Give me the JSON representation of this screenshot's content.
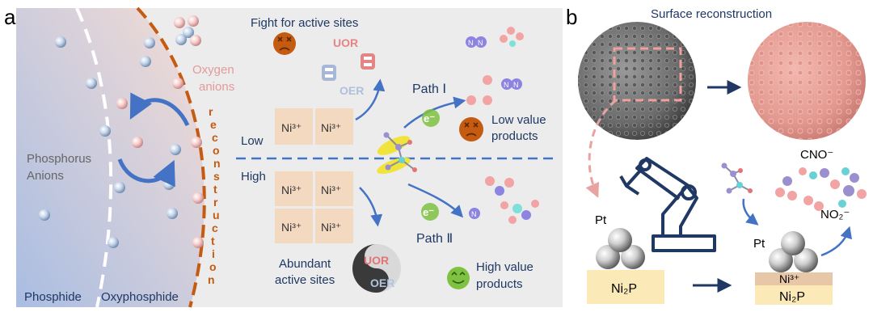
{
  "panel_a": {
    "letter": "a",
    "left_region": {
      "phosphorus_anions": [
        "Phosphorus",
        "Anions"
      ],
      "oxygen_anions": [
        "Oxygen",
        "anions"
      ],
      "reconstruction_letters": [
        "r",
        "e",
        "c",
        "o",
        "n",
        "s",
        "t",
        "r",
        "u",
        "c",
        "t",
        "i",
        "o",
        "n"
      ],
      "phosphide": "Phosphide",
      "oxyphosphide": "Oxyphosphide"
    },
    "top": {
      "fight_for_active_sites": "Fight for active sites",
      "uor": "UOR",
      "oer": "OER",
      "path_1": "Path Ⅰ",
      "electron": "e⁻",
      "low_value_products": [
        "Low value",
        "products"
      ],
      "low": "Low",
      "ni_labels": [
        "Ni³⁺",
        "Ni³⁺"
      ]
    },
    "bottom": {
      "high": "High",
      "ni_labels": [
        "Ni³⁺",
        "Ni³⁺",
        "Ni³⁺",
        "Ni³⁺"
      ],
      "path_2": "Path Ⅱ",
      "electron": "e⁻",
      "abundant_active_sites": [
        "Abundant",
        "active sites"
      ],
      "uor": "UOR",
      "oer": "OER",
      "high_value_products": [
        "High value",
        "products"
      ]
    }
  },
  "panel_b": {
    "letter": "b",
    "surface_reconstruction": "Surface reconstruction",
    "pt_left": "Pt",
    "pt_right": "Pt",
    "ni2p_left": "Ni₂P",
    "ni3_right": "Ni³⁺",
    "ni2p_right": "Ni₂P",
    "cno": "CNO⁻",
    "no2": "NO₂⁻"
  },
  "colors": {
    "navy": "#1f3864",
    "blue_arrow": "#4472c4",
    "orange": "#c55a11",
    "pink_text": "#e39a9a",
    "pink_sphere": "#f4b6b6",
    "blue_sphere": "#aec6e4",
    "ni_box": "#f4d9c1",
    "sad_face": "#c55a11",
    "happy_face": "#7fc241",
    "panel_a_bg": "#ececec",
    "ni2p_bar": "#fbeab8"
  }
}
